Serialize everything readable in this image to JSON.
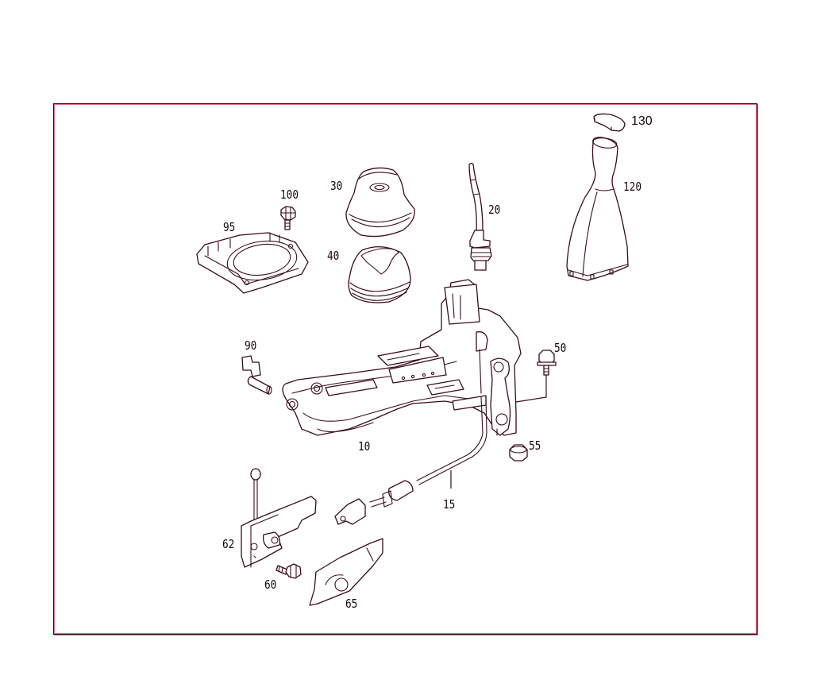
{
  "diagram": {
    "type": "exploded-parts-diagram",
    "subject": "manual gear shift mechanism assembly",
    "frame_color": "#2a0a12",
    "line_color": "#3a0d18",
    "parts": [
      {
        "id": "p130",
        "label": "130",
        "name": "shift knob insert"
      },
      {
        "id": "p120",
        "label": "120",
        "name": "shift knob"
      },
      {
        "id": "p100",
        "label": "100",
        "name": "bolt"
      },
      {
        "id": "p95",
        "label": "95",
        "name": "frame"
      },
      {
        "id": "p30",
        "label": "30",
        "name": "boot"
      },
      {
        "id": "p40",
        "label": "40",
        "name": "boot"
      },
      {
        "id": "p20",
        "label": "20",
        "name": "shift lever"
      },
      {
        "id": "p90",
        "label": "90",
        "name": "pin"
      },
      {
        "id": "p50",
        "label": "50",
        "name": "bolt"
      },
      {
        "id": "p10",
        "label": "10",
        "name": "shift housing"
      },
      {
        "id": "p55",
        "label": "55",
        "name": "nut"
      },
      {
        "id": "p15",
        "label": "15",
        "name": "shift cable"
      },
      {
        "id": "p62",
        "label": "62",
        "name": "bracket"
      },
      {
        "id": "p60",
        "label": "60",
        "name": "bolt"
      },
      {
        "id": "p65",
        "label": "65",
        "name": "cover"
      }
    ]
  },
  "labels": {
    "p130": "130",
    "p120": "120",
    "p100": "100",
    "p95": "95",
    "p30": "30",
    "p40": "40",
    "p20": "20",
    "p90": "90",
    "p50": "50",
    "p10": "10",
    "p55": "55",
    "p15": "15",
    "p62": "62",
    "p60": "60",
    "p65": "65"
  }
}
